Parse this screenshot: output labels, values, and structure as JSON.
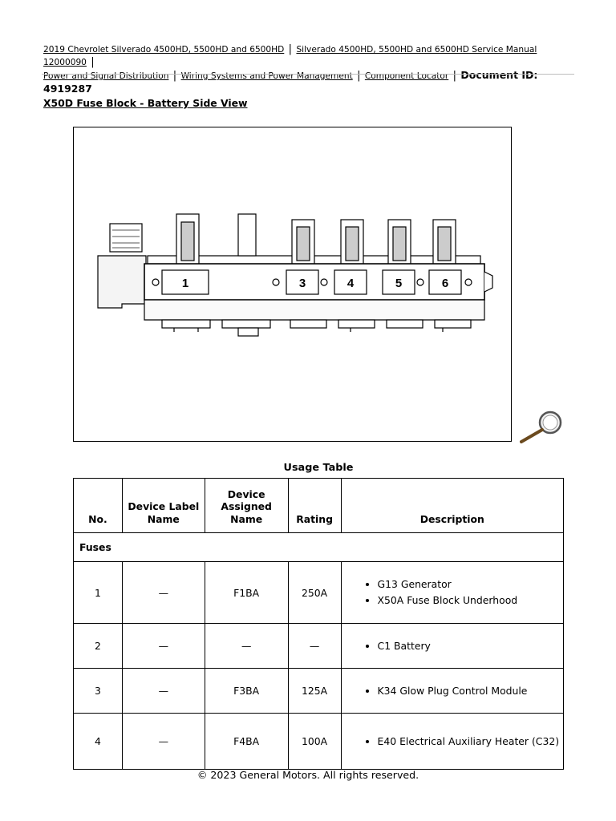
{
  "breadcrumb": {
    "items": [
      "2019 Chevrolet Silverado 4500HD, 5500HD and 6500HD",
      "Silverado 4500HD, 5500HD and 6500HD Service Manual 12000090",
      "Power and Signal Distribution",
      "Wiring Systems and Power Management",
      "Component Locator"
    ],
    "separator": "|",
    "document_id": "Document ID: 4919287"
  },
  "page_title": "X50D Fuse Block - Battery Side View",
  "figure": {
    "fuse_labels": [
      "1",
      "3",
      "4",
      "5",
      "6"
    ],
    "zoom_icon": "magnifier-icon"
  },
  "table": {
    "caption": "Usage Table",
    "headers": [
      "No.",
      "Device Label Name",
      "Device Assigned Name",
      "Rating",
      "Description"
    ],
    "section_label": "Fuses",
    "rows": [
      {
        "no": "1",
        "label": "—",
        "assigned": "F1BA",
        "rating": "250A",
        "description": [
          "G13 Generator",
          "X50A Fuse Block Underhood"
        ]
      },
      {
        "no": "2",
        "label": "—",
        "assigned": "—",
        "rating": "—",
        "description": [
          "C1 Battery"
        ]
      },
      {
        "no": "3",
        "label": "—",
        "assigned": "F3BA",
        "rating": "125A",
        "description": [
          "K34 Glow Plug Control Module"
        ]
      },
      {
        "no": "4",
        "label": "—",
        "assigned": "F4BA",
        "rating": "100A",
        "description": [
          "E40 Electrical Auxiliary Heater (C32)"
        ]
      }
    ]
  },
  "footer": "© 2023 General Motors.  All rights reserved."
}
